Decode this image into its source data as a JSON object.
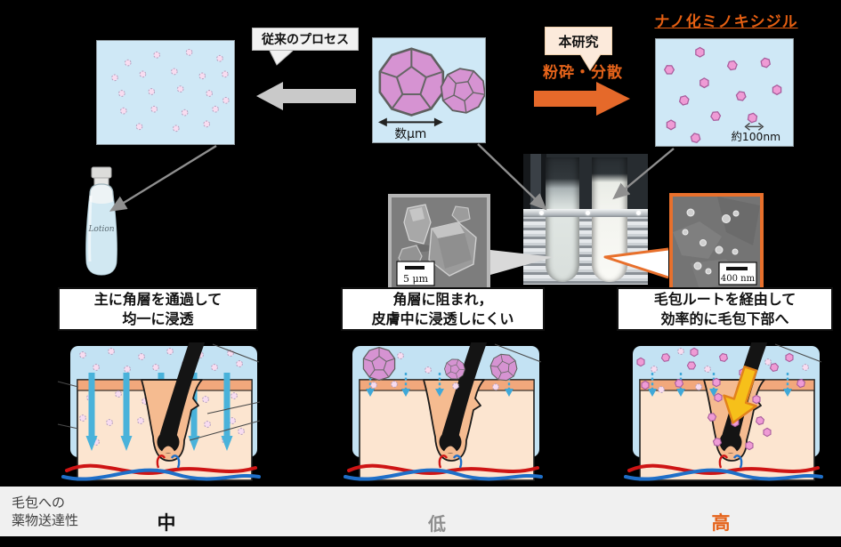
{
  "palette": {
    "background": "#000000",
    "accent_orange": "#e5631a",
    "panel_blue": "#cfe8f6",
    "particle_purple": "#d693d2",
    "particle_pink": "#ef9bd5",
    "process_arrow_gray": "#c9c9c9",
    "penetration_arrow_blue": "#49b2da",
    "follicle_arrow_yellow": "#f6c01a",
    "rating_medium_color": "#111111",
    "rating_low_color": "#8e8e8e",
    "rating_high_color": "#e5631a"
  },
  "top_row": {
    "conventional_bubble": "従来のプロセス",
    "study_bubble": "本研究",
    "method_label": "粉砕・分散",
    "nano_title": "ナノ化ミノキシジル",
    "micro_scale": "数μm",
    "nano_scale": "約100nm"
  },
  "middle_row": {
    "bottle_label": "Lotion",
    "sem_micro_scale": "5 μm",
    "sem_nano_scale": "400 nm"
  },
  "captions": {
    "left": [
      "主に角層を通過して",
      "均一に浸透"
    ],
    "center": [
      "角層に阻まれ，",
      "皮膚中に浸透しにくい"
    ],
    "right": [
      "毛包ルートを経由して",
      "効率的に毛包下部へ"
    ]
  },
  "footer": {
    "label": [
      "毛包への",
      "薬物送達性"
    ],
    "ratings": [
      {
        "value": "中",
        "meaning": "medium"
      },
      {
        "value": "低",
        "meaning": "low"
      },
      {
        "value": "高",
        "meaning": "high"
      }
    ]
  }
}
